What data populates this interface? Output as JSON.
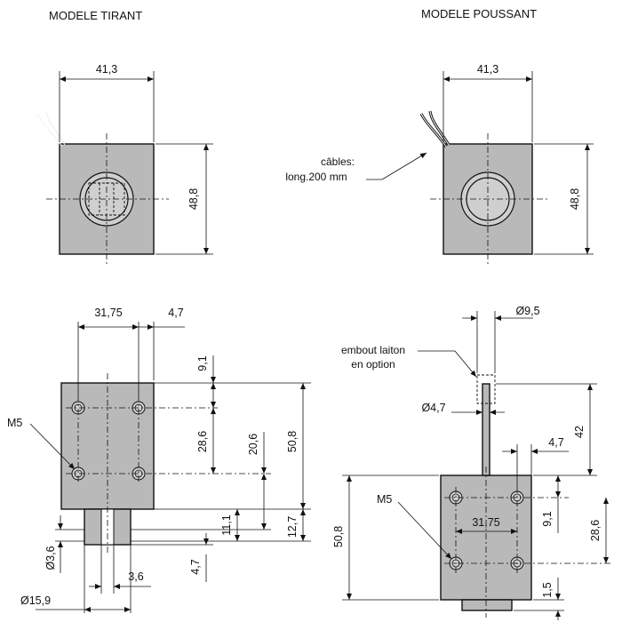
{
  "titles": {
    "left": "MODELE TIRANT",
    "right": "MODELE POUSSANT"
  },
  "notes": {
    "cables_line1": "câbles:",
    "cables_line2": "long.200 mm",
    "embout_line1": "embout laiton",
    "embout_line2": "en option",
    "m5_left": "M5",
    "m5_right": "M5"
  },
  "dimensions": {
    "tl_width": "41,3",
    "tl_height": "48,8",
    "tr_width": "41,3",
    "tr_height": "48,8",
    "bl_hole_spacing": "31,75",
    "bl_edge": "4,7",
    "bl_top_offset": "9,1",
    "bl_hole_vert": "28,6",
    "bl_mid": "20,6",
    "bl_height": "50,8",
    "bl_plunger_len": "11,1",
    "bl_plunger_total": "12,7",
    "bl_slot_width": "3,6",
    "bl_slot_depth": "4,7",
    "bl_plunger_dia": "Ø15,9",
    "bl_slot_dia": "Ø3,6",
    "br_tip_dia": "Ø9,5",
    "br_rod_dia": "Ø4,7",
    "br_rod_len": "42",
    "br_edge": "4,7",
    "br_hole_spacing": "31,75",
    "br_top_offset": "9,1",
    "br_hole_vert": "28,6",
    "br_height": "50,8",
    "br_bottom": "1,5"
  }
}
